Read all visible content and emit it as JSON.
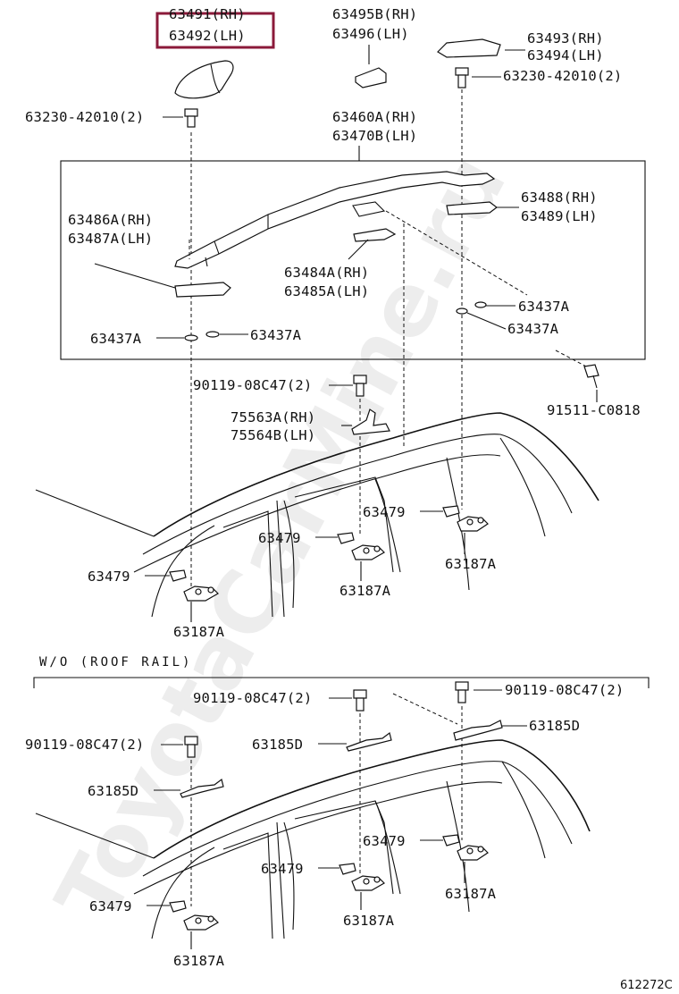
{
  "highlight_color": "#8b1a3a",
  "watermark": "ToyotaCarMine.ru",
  "figure_code": "612272C",
  "section_label": "W/O (ROOF  RAIL)",
  "parts": {
    "p63491": "63491(RH)",
    "p63492": "63492(LH)",
    "p63495b": "63495B(RH)",
    "p63496": "63496(LH)",
    "p63493": "63493(RH)",
    "p63494": "63494(LH)",
    "screw_r_top": "63230-42010(2)",
    "screw_l_top": "63230-42010(2)",
    "p63460a": "63460A(RH)",
    "p63470b": "63470B(LH)",
    "p63486a": "63486A(RH)",
    "p63487a": "63487A(LH)",
    "p63488": "63488(RH)",
    "p63489": "63489(LH)",
    "p63484a": "63484A(RH)",
    "p63485a": "63485A(LH)",
    "washer_r1": "63437A",
    "washer_r2": "63437A",
    "washer_l1": "63437A",
    "washer_l2": "63437A",
    "screw_91511": "91511-C0818",
    "bolt_90119_a": "90119-08C47(2)",
    "p75563a": "75563A(RH)",
    "p75564b": "75564B(LH)",
    "clip_a1": "63479",
    "clip_a2": "63479",
    "clip_a3": "63479",
    "nut_a1": "63187A",
    "nut_a2": "63187A",
    "nut_a3": "63187A",
    "bolt_90119_b": "90119-08C47(2)",
    "bolt_90119_c": "90119-08C47(2)",
    "bolt_90119_d": "90119-08C47(2)",
    "br_63185d_a": "63185D",
    "br_63185d_b": "63185D",
    "br_63185d_c": "63185D",
    "clip_b1": "63479",
    "clip_b2": "63479",
    "clip_b3": "63479",
    "nut_b1": "63187A",
    "nut_b2": "63187A",
    "nut_b3": "63187A"
  }
}
